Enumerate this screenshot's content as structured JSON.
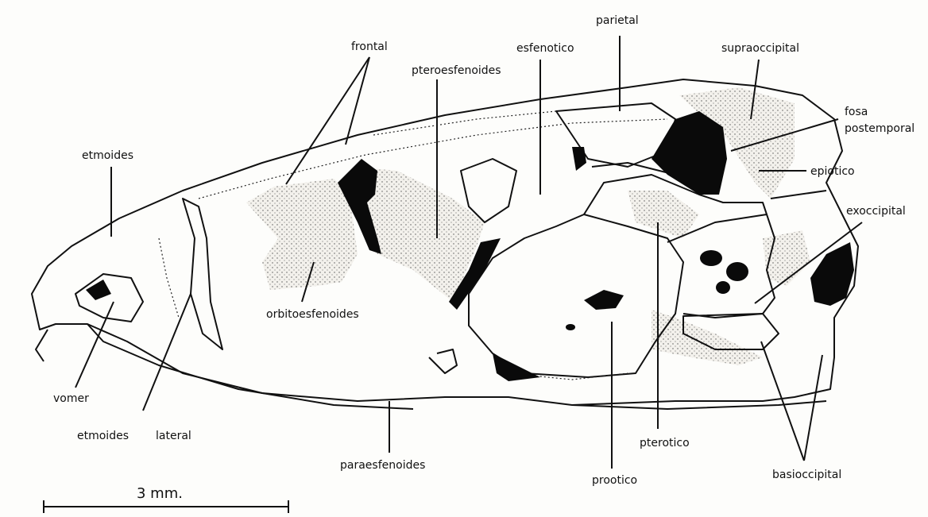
{
  "labels": {
    "frontal": "frontal",
    "pteroesfenoides": "pteroesfenoides",
    "esfenotico": "esfenotico",
    "parietal": "parietal",
    "supraoccipital": "supraoccipital",
    "fosa": "fosa",
    "postemporal": "postemporal",
    "epiotico": "epiotico",
    "exoccipital": "exoccipital",
    "etmoides": "etmoides",
    "orbitoesfenoides": "orbitoesfenoides",
    "vomer": "vomer",
    "etmoides_lateral_a": "etmoides",
    "etmoides_lateral_b": "lateral",
    "paraesfenoides": "paraesfenoides",
    "prootico": "prootico",
    "pterotico": "pterotico",
    "basioccipital": "basioccipital"
  },
  "scale_bar": {
    "label": "3 mm."
  }
}
